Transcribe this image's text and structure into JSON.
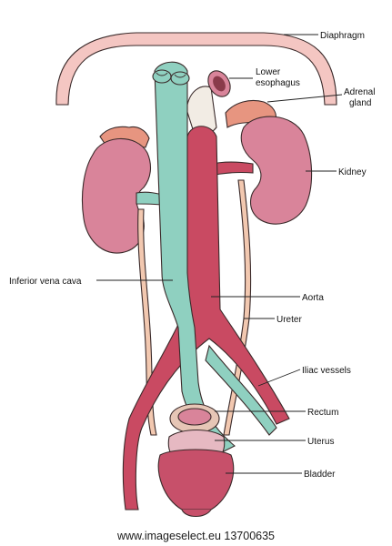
{
  "labels": {
    "diaphragm": "Diaphragm",
    "lower_esophagus_1": "Lower",
    "lower_esophagus_2": "esophagus",
    "adrenal_gland_1": "Adrenal",
    "adrenal_gland_2": "gland",
    "kidney": "Kidney",
    "inferior_vena_cava": "Inferior vena cava",
    "aorta": "Aorta",
    "ureter": "Ureter",
    "iliac_vessels": "Iliac vessels",
    "rectum": "Rectum",
    "uterus": "Uterus",
    "bladder": "Bladder"
  },
  "footer": "www.imageselect.eu 13700635",
  "colors": {
    "diaphragm": "#f4c6c2",
    "kidney": "#d9849a",
    "adrenal": "#e79580",
    "vena_cava": "#8fd0c0",
    "aorta": "#c94a62",
    "ureter": "#f2c8b0",
    "bladder": "#c7506a",
    "rectum": "#e6c6b6",
    "uterus": "#e6b9c2",
    "outline": "#3a2a2a"
  }
}
